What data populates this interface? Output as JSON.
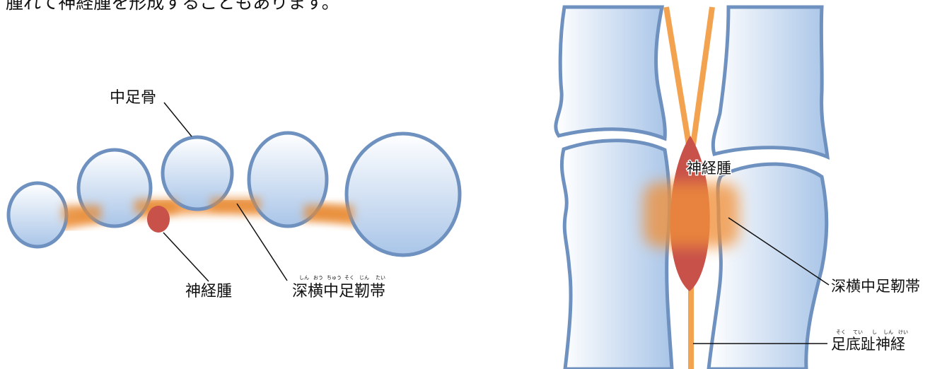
{
  "header_text": "腫れて神経腫を形成することもあります。",
  "left_diagram": {
    "label_metatarsal": "中足骨",
    "label_neuroma": "神経腫",
    "label_ligament": "深横中足靭帯",
    "ruby_ligament": [
      "しん",
      "おう",
      "ちゅう",
      "そく",
      "じん",
      "たい"
    ]
  },
  "right_diagram": {
    "label_neuroma": "神経腫",
    "label_ligament": "深横中足靭帯",
    "label_nerve": "足底趾神経",
    "ruby_nerve": [
      "そく",
      "てい",
      "し",
      "しん",
      "けい"
    ]
  },
  "colors": {
    "bone_fill_top": "#ffffff",
    "bone_fill_bottom": "#a9c5e8",
    "bone_stroke": "#6e91c0",
    "ligament": "#f0913a",
    "neuroma": "#c8514a",
    "nerve": "#f3a24f"
  }
}
